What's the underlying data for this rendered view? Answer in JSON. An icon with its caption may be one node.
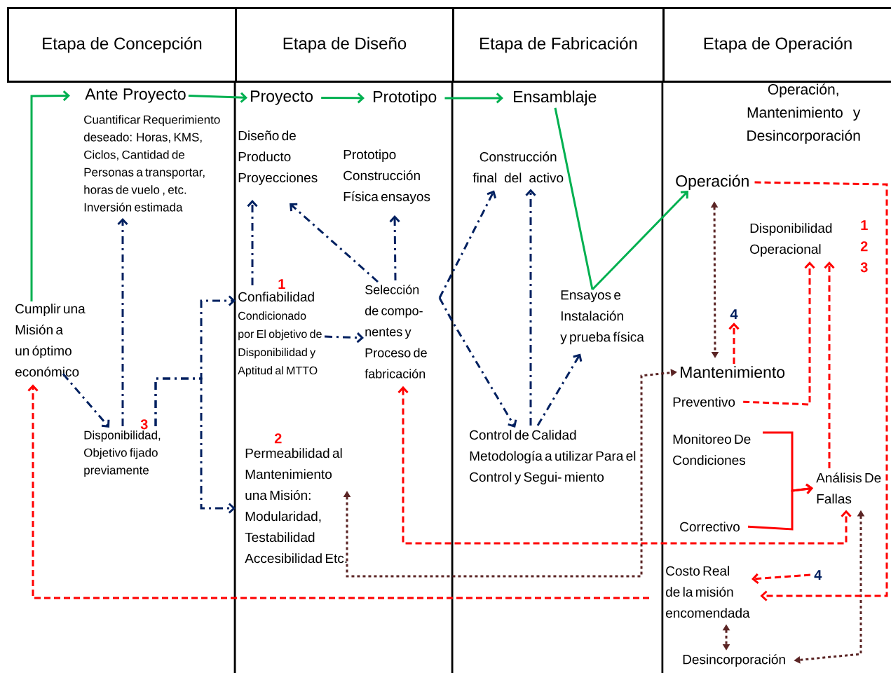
{
  "diagram": {
    "nodes": [
      {
        "text": [
          "Etapa de Concepción"
        ]
      },
      {
        "text": [
          "Etapa de Diseño"
        ]
      },
      {
        "text": [
          "Etapa de Fabricación"
        ]
      },
      {
        "text": [
          "Etapa de Operación"
        ]
      },
      {
        "text": [
          "Ante Proyecto"
        ]
      },
      {
        "text": [
          "Cuantificar Requerimiento deseado: Horas, KMS, Ciclos, Cantidad de Personas a transportar, horas de vuelo , etc. Inversión estimada"
        ]
      },
      {
        "text": [
          "Cumplir una Misión a un óptimo económico"
        ]
      },
      {
        "text": [
          "Disponibilidad,",
          "Objetivo fijado previamente"
        ]
      },
      {
        "text": [
          "Proyecto"
        ]
      },
      {
        "text": [
          "Diseño de Producto Proyecciones"
        ]
      },
      {
        "text": [
          "Prototipo"
        ]
      },
      {
        "text": [
          "Prototipo Construcción Física ensayos"
        ]
      },
      {
        "text": [
          "Confiabilidad",
          "Condicionado por El objetivo de Disponibilidad y Aptitud al MTTO"
        ]
      },
      {
        "text": [
          "Selección",
          "de compo- nentes y Proceso de fabricación"
        ]
      },
      {
        "text": [
          "Permeabilidad al Mantenimiento",
          "una Misión: Modularidad, Testabilidad Accesibilidad Etc."
        ]
      },
      {
        "text": [
          "Ensamblaje"
        ]
      },
      {
        "text": [
          "Construcción final del activo"
        ]
      },
      {
        "text": [
          "Ensayos e Instalación",
          "y prueba física"
        ]
      },
      {
        "text": [
          "Control de Calidad",
          "Metodología a utilizar Para el Control y Segui- miento"
        ]
      },
      {
        "text": [
          "Operación, Mantenimiento y Desincorporación"
        ]
      },
      {
        "text": [
          "Operación"
        ]
      },
      {
        "text": [
          "Disponibilidad Operacional"
        ]
      },
      {
        "text": [
          "Mantenimiento"
        ]
      },
      {
        "text": [
          "Preventivo"
        ]
      },
      {
        "text": [
          "Monitoreo De Condiciones"
        ]
      },
      {
        "text": [
          "Correctivo"
        ]
      },
      {
        "text": [
          "Análisis De Fallas"
        ]
      },
      {
        "text": [
          "Costo Real de la misión encomendada"
        ]
      },
      {
        "text": [
          "Desincorporación"
        ]
      },
      {
        "text": [
          "4"
        ]
      },
      {
        "text": [
          "4"
        ]
      }
    ],
    "edges": [
      {
        "from": 6,
        "to": 4,
        "arrow": "to",
        "color": "#00b050"
      },
      {
        "from": 4,
        "to": 8,
        "arrow": "to",
        "color": "#00b050"
      },
      {
        "from": 8,
        "to": 10,
        "arrow": "to",
        "color": "#00b050"
      },
      {
        "from": 10,
        "to": 15,
        "arrow": "to",
        "color": "#00b050"
      },
      {
        "from": 15,
        "to": 17,
        "arrow": "none",
        "color": "#00b050"
      },
      {
        "from": 17,
        "to": 20,
        "arrow": "to",
        "color": "#00b050"
      },
      {
        "from": 6,
        "to": 7,
        "arrow": "to",
        "style": "dashed"
      },
      {
        "from": 7,
        "to": 5,
        "arrow": "to",
        "style": "dashed"
      },
      {
        "from": 7,
        "to": 12,
        "arrow": "to",
        "style": "dashed"
      },
      {
        "from": 7,
        "to": 14,
        "arrow": "to",
        "style": "dashed"
      },
      {
        "from": 12,
        "to": 9,
        "arrow": "to",
        "style": "dashed"
      },
      {
        "from": 12,
        "to": 13,
        "arrow": "to",
        "style": "dashed"
      },
      {
        "from": 13,
        "to": 9,
        "arrow": "to",
        "style": "dashed"
      },
      {
        "from": 13,
        "to": 11,
        "arrow": "to",
        "style": "dashed"
      },
      {
        "from": 13,
        "to": 16,
        "arrow": "to",
        "style": "dashed"
      },
      {
        "from": 13,
        "to": 18,
        "arrow": "to",
        "style": "dashed"
      },
      {
        "from": 18,
        "to": 16,
        "arrow": "to",
        "style": "dashed"
      },
      {
        "from": 18,
        "to": 17,
        "arrow": "to",
        "style": "dashed"
      },
      {
        "from": 14,
        "to": 22,
        "arrow": "both",
        "style": "dashed",
        "color": "#5b2525"
      },
      {
        "from": 20,
        "to": 22,
        "arrow": "both",
        "style": "dashed",
        "color": "#5b2525"
      },
      {
        "from": 26,
        "to": 28,
        "arrow": "both",
        "style": "dashed",
        "color": "#5b2525"
      },
      {
        "from": 27,
        "to": 28,
        "arrow": "both",
        "style": "dashed",
        "color": "#5b2525"
      },
      {
        "from": 20,
        "to": 27,
        "arrow": "to",
        "style": "dashed",
        "color": "#ff0000"
      },
      {
        "from": 23,
        "to": 21,
        "arrow": "to",
        "style": "dashed",
        "color": "#ff0000"
      },
      {
        "from": 26,
        "to": 21,
        "arrow": "to",
        "style": "dashed",
        "color": "#ff0000"
      },
      {
        "from": 22,
        "to": 29,
        "arrow": "to",
        "style": "dashed",
        "color": "#ff0000"
      },
      {
        "from": 30,
        "to": 27,
        "arrow": "to",
        "style": "dashed",
        "color": "#ff0000"
      },
      {
        "from": 13,
        "to": 26,
        "arrow": "both",
        "style": "dashed",
        "color": "#ff0000"
      },
      {
        "from": 27,
        "to": 6,
        "arrow": "to",
        "style": "dashed",
        "color": "#ff0000"
      },
      {
        "from": 24,
        "to": 26,
        "arrow": "to",
        "color": "#ff0000"
      },
      {
        "from": 25,
        "to": 26,
        "arrow": "to",
        "color": "#ff0000"
      }
    ],
    "labels": [
      "1",
      "3",
      "2",
      "1",
      "2",
      "3"
    ]
  }
}
